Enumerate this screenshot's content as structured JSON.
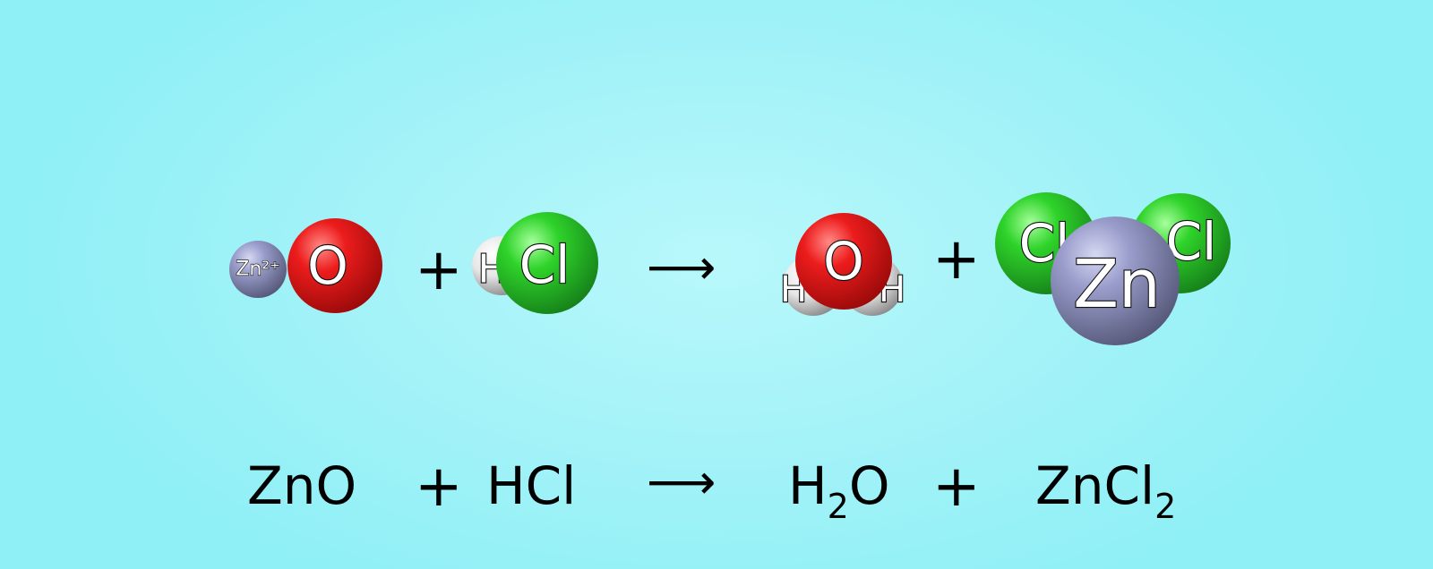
{
  "colors": {
    "background": "#a6f3f8",
    "zinc": "#8d90bd",
    "oxygen": "#e0191b",
    "chlorine": "#2fd32a",
    "hydrogen": "#f1f1f1"
  },
  "molecules": {
    "zno": {
      "zn_label": "Zn²⁺",
      "o_label": "O"
    },
    "hcl": {
      "h_label": "H",
      "cl_label": "Cl"
    },
    "h2o": {
      "o_label": "O",
      "h1_label": "H",
      "h2_label": "H"
    },
    "zncl2": {
      "cl1_label": "Cl",
      "cl2_label": "Cl",
      "zn_label": "Zn"
    }
  },
  "operators": {
    "plus": "+",
    "arrow": "⟶"
  },
  "equation": {
    "reactant_1": "ZnO",
    "reactant_2": "HCl",
    "product_1_main": "H",
    "product_1_sub": "2",
    "product_1_end": "O",
    "product_2_main": "ZnCl",
    "product_2_sub": "2"
  }
}
